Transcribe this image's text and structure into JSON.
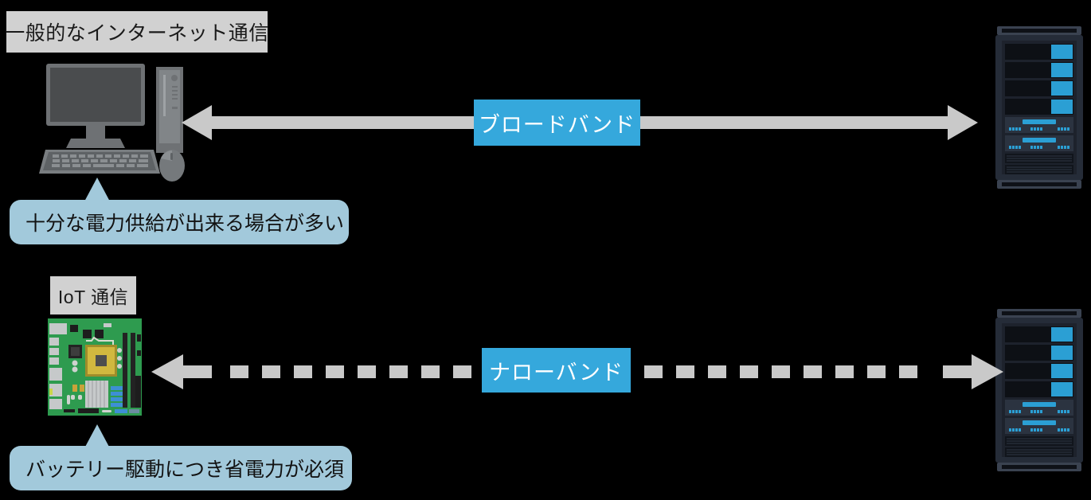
{
  "diagram": {
    "title_top": "一般的なインターネット通信",
    "title_bottom": "IoT 通信",
    "band_top": "ブロードバンド",
    "band_bottom": "ナローバンド",
    "callout_top": "十分な電力供給が出来る場合が多い",
    "callout_bottom": "バッテリー駆動につき省電力が必須"
  },
  "colors": {
    "background": "#000000",
    "chip_bg": "#d1d1d1",
    "band_blue": "#35a8dc",
    "callout_blue": "#a2c9db",
    "arrow_gray": "#c9c9c9",
    "rack_dark": "#252c38",
    "rack_accent": "#2b9fd4",
    "board_green": "#2e9b4f",
    "cpu_gold": "#c9b03a"
  },
  "arrows": {
    "top": {
      "style": "solid",
      "direction": "bidirectional"
    },
    "bottom": {
      "style": "dashed",
      "direction": "bidirectional"
    }
  },
  "icons": {
    "computer": "desktop-computer-icon",
    "board": "circuit-board-icon",
    "rack": "server-rack-icon"
  }
}
